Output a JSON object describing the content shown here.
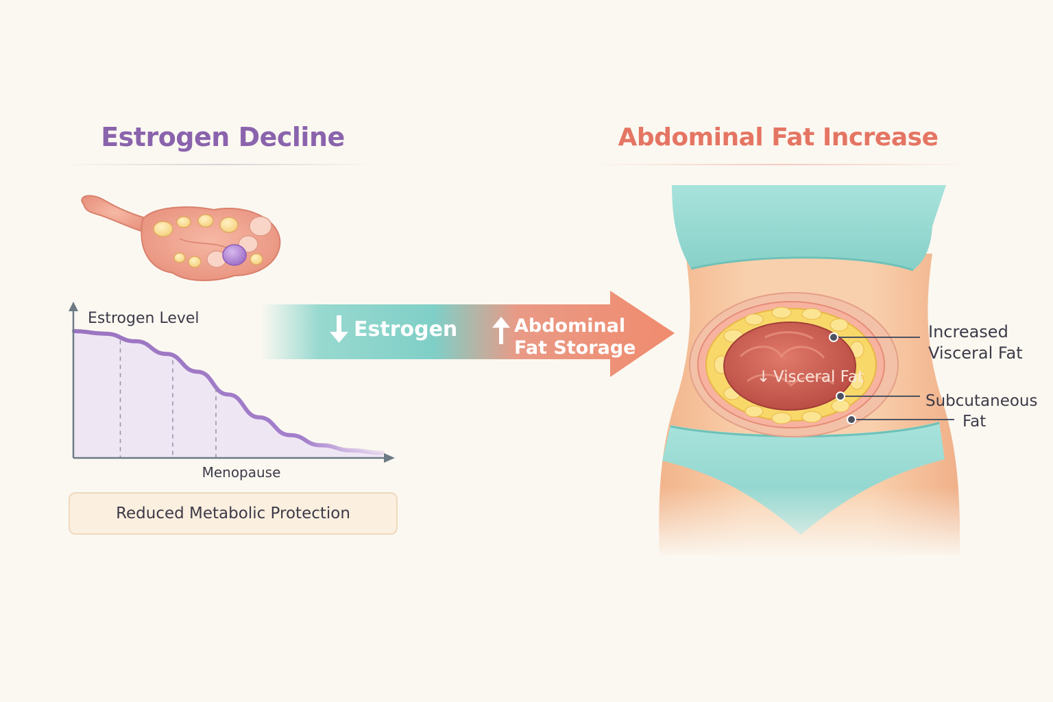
{
  "left_panel": {
    "title": "Estrogen Decline",
    "chart_ylabel": "Estrogen Level",
    "chart_xlabel": "Menopause",
    "protection_label": "Reduced Metabolic Protection"
  },
  "arrow": {
    "estrogen_label": "Estrogen",
    "fat_label_line1": "Abdominal",
    "fat_label_line2": "Fat Storage"
  },
  "right_panel": {
    "title": "Abdominal Fat Increase",
    "visceral_inner_label": "Visceral Fat",
    "callouts": {
      "visceral_line1": "Increased",
      "visceral_line2": "Visceral Fat",
      "subcutaneous_line1": "Subcutaneous",
      "subcutaneous_line2": "Fat"
    }
  },
  "chart_data": {
    "type": "area",
    "title": "",
    "ylabel": "Estrogen Level",
    "xlabel": "Menopause",
    "trend": "declining",
    "series": [
      {
        "values": [
          1.0,
          0.98,
          0.92,
          0.82,
          0.68,
          0.5,
          0.32,
          0.18,
          0.1,
          0.06,
          0.04
        ]
      }
    ],
    "xlim": [
      0,
      10
    ],
    "ylim": [
      0,
      1.2
    ],
    "grid": false
  },
  "colors": {
    "left_title": "#8a63ad",
    "right_title": "#e57563",
    "curve": "#8a63ad",
    "curve_fill": "#ece3f4",
    "arrow_teal": "#7fcfc7",
    "arrow_coral": "#ee8670",
    "garment": "#93d9d2",
    "skin": "#f7c7a4",
    "fat": "#f8d869",
    "viscera": "#c8574d"
  },
  "icons": {
    "ovary": "ovary-illustration",
    "down_arrow": "down-arrow-icon",
    "up_arrow": "up-arrow-icon",
    "torso": "female-torso-illustration"
  }
}
